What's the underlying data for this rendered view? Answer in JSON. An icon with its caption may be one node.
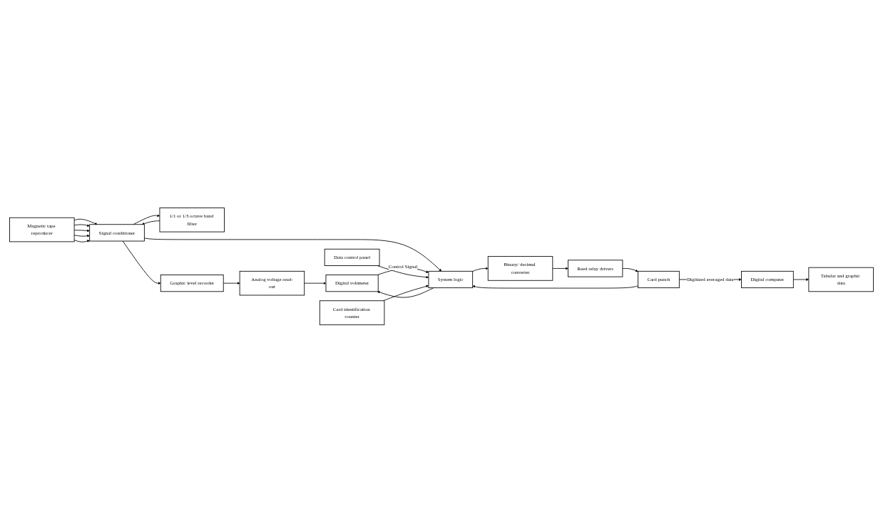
{
  "diagram": {
    "nodes": [
      {
        "text": [
          "Magnetic tape reproducer"
        ]
      },
      {
        "text": [
          "Signal conditioner"
        ]
      },
      {
        "text": [
          "1/1 or 1/3 octave band filter"
        ]
      },
      {
        "text": [
          "Graphic level recorder"
        ]
      },
      {
        "text": [
          "Analog voltage read-out"
        ]
      },
      {
        "text": [
          "Digital voltmeter"
        ]
      },
      {
        "text": [
          "System logic"
        ]
      },
      {
        "text": [
          "Binary/ decimal converter"
        ]
      },
      {
        "text": [
          "Reed relay drivers"
        ]
      },
      {
        "text": [
          "Card punch"
        ]
      },
      {
        "text": [
          "Data control panel"
        ]
      },
      {
        "text": [
          "Card identification counter"
        ]
      },
      {
        "text": [
          "Digital computer"
        ]
      },
      {
        "text": [
          "Tabular and graphic data"
        ]
      }
    ],
    "edges": [
      {
        "from": 0,
        "to": 1,
        "arrow": "to"
      },
      {
        "from": 0,
        "to": 1,
        "arrow": "to"
      },
      {
        "from": 0,
        "to": 1,
        "arrow": "to"
      },
      {
        "from": 0,
        "to": 1,
        "arrow": "to"
      },
      {
        "from": 0,
        "to": 1,
        "arrow": "to"
      },
      {
        "from": 2,
        "to": 1,
        "arrow": "to"
      },
      {
        "from": 1,
        "to": 2,
        "arrow": "to"
      },
      {
        "from": 1,
        "to": 3,
        "arrow": "to"
      },
      {
        "from": 3,
        "to": 4,
        "arrow": "to"
      },
      {
        "from": 4,
        "to": 5,
        "arrow": "to"
      },
      {
        "from": 1,
        "to": 6,
        "arrow": "to"
      },
      {
        "from": 5,
        "to": 6,
        "arrow": "to",
        "label": "Control Signal"
      },
      {
        "from": 6,
        "to": 5,
        "arrow": "to"
      },
      {
        "from": 6,
        "to": 7,
        "arrow": "to"
      },
      {
        "from": 7,
        "to": 8,
        "arrow": "to"
      },
      {
        "from": 8,
        "to": 9,
        "arrow": "to"
      },
      {
        "from": 9,
        "to": 6,
        "arrow": "to"
      },
      {
        "from": 10,
        "to": 6,
        "arrow": "to"
      },
      {
        "from": 11,
        "to": 6,
        "arrow": "to"
      },
      {
        "from": 9,
        "to": 12,
        "arrow": "to",
        "label": "Digitized averaged data"
      },
      {
        "from": 12,
        "to": 13,
        "arrow": "to"
      }
    ]
  }
}
